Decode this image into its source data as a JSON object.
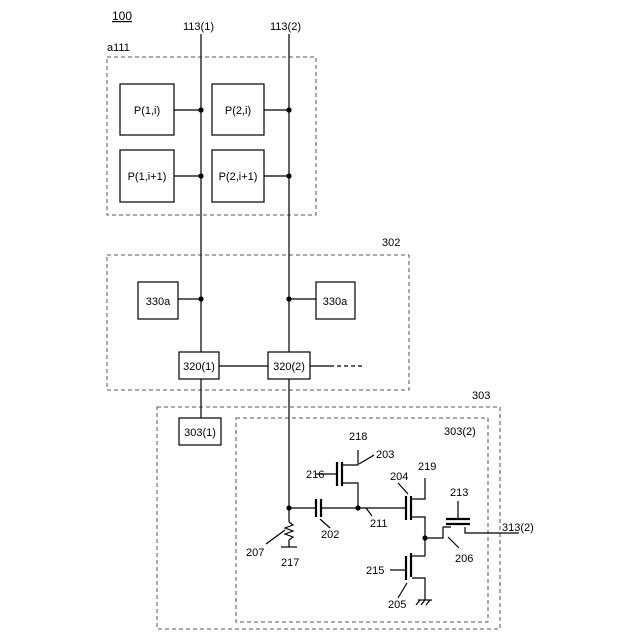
{
  "figure": {
    "ref": "100",
    "lines": {
      "l1": "113(1)",
      "l2": "113(2)"
    },
    "block_a": {
      "label": "a111",
      "p11": "P(1,i)",
      "p21": "P(2,i)",
      "p12": "P(1,i+1)",
      "p22": "P(2,i+1)"
    },
    "block_302": {
      "label": "302",
      "a1": "330a",
      "a2": "330a",
      "c1": "320(1)",
      "c2": "320(2)"
    },
    "block_303": {
      "label": "303",
      "sub1": "303(1)",
      "sub2": "303(2)"
    },
    "components": {
      "n218": "218",
      "n203": "203",
      "n216": "216",
      "n204": "204",
      "n219": "219",
      "n213": "213",
      "n211": "211",
      "n202": "202",
      "n313": "313(2)",
      "n206": "206",
      "n207": "207",
      "n217": "217",
      "n215": "215",
      "n205": "205"
    }
  }
}
